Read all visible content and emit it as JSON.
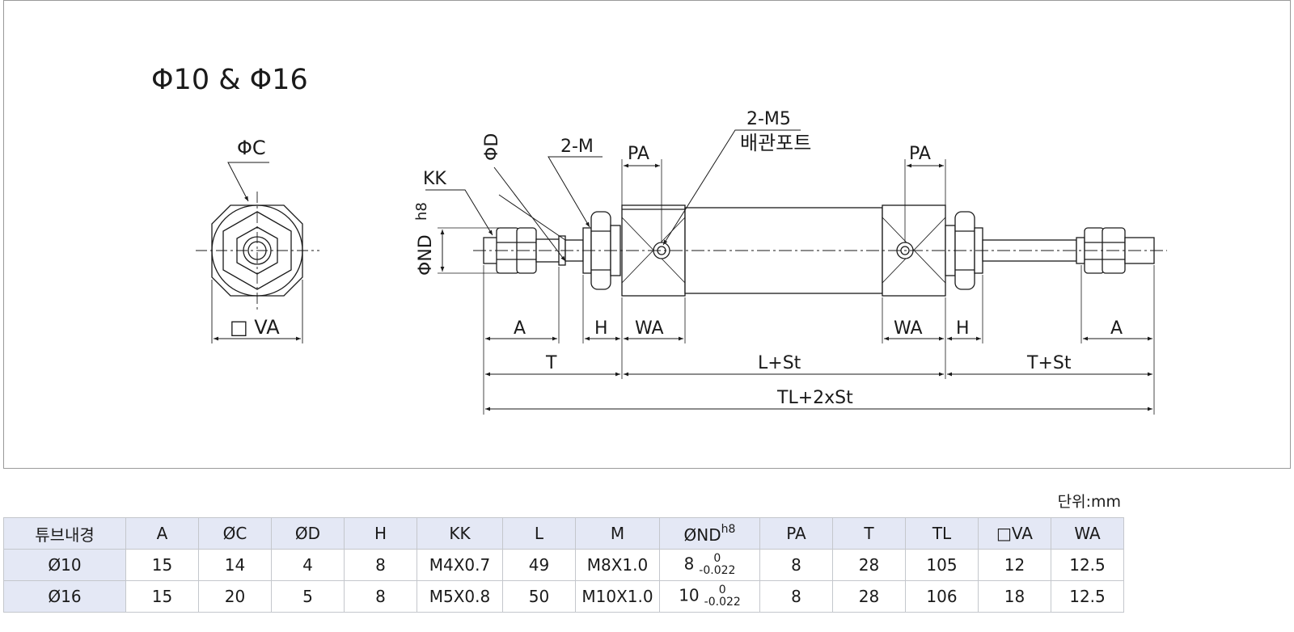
{
  "drawing": {
    "title": "Φ10 & Φ16",
    "front_view": {
      "dim_c": "ΦC",
      "dim_va": "□ VA"
    },
    "side_view": {
      "phi_d": "ΦD",
      "two_m": "2-M",
      "port_code": "2-M5",
      "port_name": "배관포트",
      "pa_left": "PA",
      "pa_right": "PA",
      "kk": "KK",
      "phi_nd": "ΦND",
      "h8": "h8",
      "a_left": "A",
      "h_left": "H",
      "wa_left": "WA",
      "wa_right": "WA",
      "h_right": "H",
      "a_right": "A",
      "t": "T",
      "l_st": "L+St",
      "t_st": "T+St",
      "tl_2st": "TL+2xSt"
    }
  },
  "unit_label": "단위:mm",
  "table": {
    "headers": [
      "튜브내경",
      "A",
      "ØC",
      "ØD",
      "H",
      "KK",
      "L",
      "M",
      "ØND",
      "PA",
      "T",
      "TL",
      "□VA",
      "WA"
    ],
    "nd_sup": "h8",
    "rows": [
      {
        "bore": "Ø10",
        "A": "15",
        "C": "14",
        "D": "4",
        "H": "8",
        "KK": "M4X0.7",
        "L": "49",
        "M": "M8X1.0",
        "ND": "8",
        "ND_tol_upper": "0",
        "ND_tol_lower": "-0.022",
        "PA": "8",
        "T": "28",
        "TL": "105",
        "VA": "12",
        "WA": "12.5"
      },
      {
        "bore": "Ø16",
        "A": "15",
        "C": "20",
        "D": "5",
        "H": "8",
        "KK": "M5X0.8",
        "L": "50",
        "M": "M10X1.0",
        "ND": "10",
        "ND_tol_upper": "0",
        "ND_tol_lower": "-0.022",
        "PA": "8",
        "T": "28",
        "TL": "106",
        "VA": "18",
        "WA": "12.5"
      }
    ]
  }
}
